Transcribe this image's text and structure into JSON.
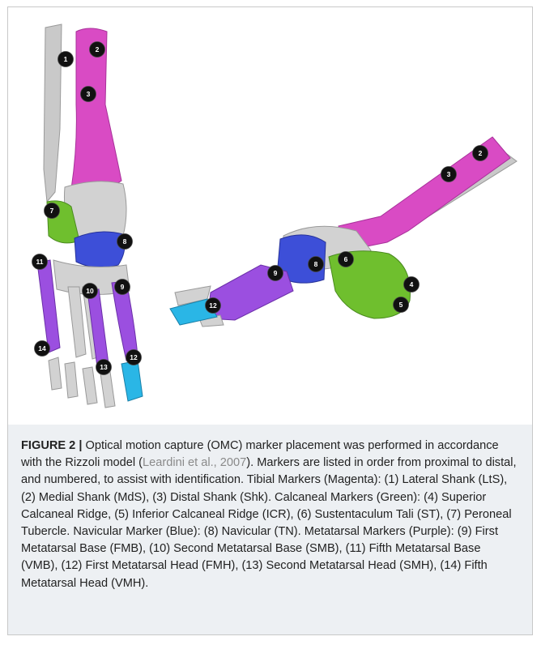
{
  "figure": {
    "label": "FIGURE 2 |",
    "caption_before_ref": " Optical motion capture (OMC) marker placement was performed in accordance with the Rizzoli model (",
    "reference": "Leardini et al., 2007",
    "caption_after_ref": "). Markers are listed in order from proximal to distal, and numbered, to assist with identification. Tibial Markers (Magenta): (1) Lateral Shank (LtS), (2) Medial Shank (MdS), (3) Distal Shank (Shk). Calcaneal Markers (Green): (4) Superior Calcaneal Ridge, (5) Inferior Calcaneal Ridge (ICR), (6) Sustentaculum Tali (ST), (7) Peroneal Tubercle. Navicular Marker (Blue): (8) Navicular (TN). Metatarsal Markers (Purple): (9) First Metatarsal Base (FMB), (10) Second Metatarsal Base (SMB), (11) Fifth Metatarsal Base (VMB), (12) First Metatarsal Head (FMH), (13) Second Metatarsal Head (SMH), (14) Fifth Metatarsal Head (VMH)."
  },
  "markers_front": [
    "1",
    "2",
    "3",
    "7",
    "8",
    "11",
    "10",
    "9",
    "14",
    "13",
    "12"
  ],
  "markers_side": [
    "2",
    "3",
    "6",
    "8",
    "9",
    "4",
    "5",
    "12"
  ],
  "colors": {
    "tibia": "#d94bc4",
    "fibula": "#c9c9c9",
    "bone": "#d2d2d2",
    "calcaneal": "#6fbf2e",
    "navicular": "#3d4fd8",
    "metatarsal": "#9b4fe0",
    "hallux": "#2ab6e6",
    "caption_bg": "#edf0f3"
  }
}
